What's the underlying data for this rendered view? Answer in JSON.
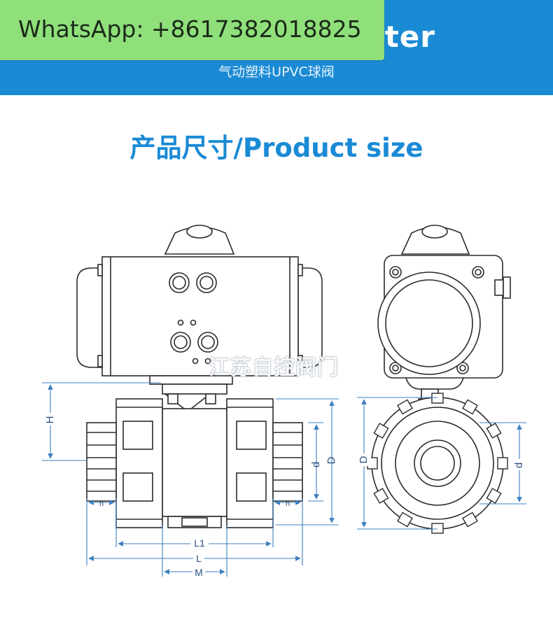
{
  "overlay": {
    "whatsapp_text": "WhatsApp: +8617382018825"
  },
  "header": {
    "title": "eter",
    "subtitle": "气动塑料UPVC球阀"
  },
  "section": {
    "title": "产品尺寸/Product size"
  },
  "drawing": {
    "watermark": "江苏自控阀门",
    "front_labels": {
      "H": "H",
      "h_left": "h",
      "h_right": "h",
      "d": "d",
      "D": "D",
      "L1": "L1",
      "L": "L",
      "M": "M"
    },
    "side_labels": {
      "D": "D",
      "d": "d"
    }
  },
  "colors": {
    "banner": "#1a8ad5",
    "whatsapp_bg": "#8fe07a",
    "title_blue": "#1a8ad5",
    "dimension_blue": "#3d7fc2"
  }
}
